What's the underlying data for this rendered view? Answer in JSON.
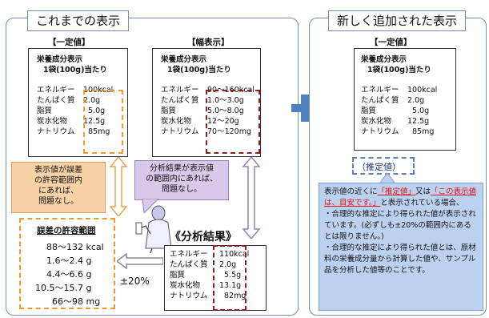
{
  "left_panel": {
    "title": "これまでの表示",
    "fixed_heading": "【一定値】",
    "range_heading": "【幅表示】"
  },
  "right_panel": {
    "title": "新しく追加された表示",
    "fixed_heading": "【一定値】",
    "estimated_tag": "（推定値）"
  },
  "label_common": {
    "title": "栄養成分表示",
    "serving": "1袋(100g)当たり",
    "energy": "エネルギー",
    "protein": "たんぱく質",
    "fat": "脂質",
    "carbs": "炭水化物",
    "sodium": "ナトリウム"
  },
  "fixed_values": [
    "100kcal",
    "2.0g",
    "5.0g",
    "12.5g",
    "85mg"
  ],
  "range_values": [
    "90～160kcal",
    "1.0～3.0g",
    "5.0～8.0g",
    "12～20g",
    "70～120mg"
  ],
  "analysis": {
    "title": "《分析結果》",
    "values": [
      "110kcal",
      "2.0g",
      "5.5g",
      "13.1g",
      "82mg"
    ]
  },
  "callout_left": [
    "表示値が誤差",
    "の許容範囲内",
    "にあれば、",
    "問題なし。"
  ],
  "callout_mid": [
    "分析結果が表示値",
    "の範囲内にあれば、",
    "問題なし。"
  ],
  "tolerance": {
    "title": "誤差の許容範囲",
    "rows": [
      {
        "range": "88～132",
        "unit": "kcal"
      },
      {
        "range": "1.6～2.4",
        "unit": "g"
      },
      {
        "range": "4.4～6.6",
        "unit": "g"
      },
      {
        "range": "10.5～15.7",
        "unit": "g"
      },
      {
        "range": "66～98",
        "unit": "mg"
      }
    ],
    "pct": "±20%"
  },
  "note": {
    "prefix": "表示値の近くに",
    "q1": "「推定値」",
    "mid": "又は",
    "q2": "「この表示値は、目安です。」",
    "suffix": "と表示されている場合、",
    "bullet1": "・合理的な推定により得られた値が表示されています。(必ずしも±20%の範囲内にあるとは限りません。)",
    "bullet2": "・合理的な推定により得られた値とは、原材料の栄養成分量から計算した値や、サンプル品を分析した値等のことです。"
  },
  "colors": {
    "orange": "#f09a2c",
    "dark_red": "#8a2020",
    "blue": "#5a7fb0",
    "note_bg": "#bcd0f0",
    "red_text": "#e01010",
    "callout_bg": "#d8c8ea",
    "plus": "#4f7fc0"
  }
}
